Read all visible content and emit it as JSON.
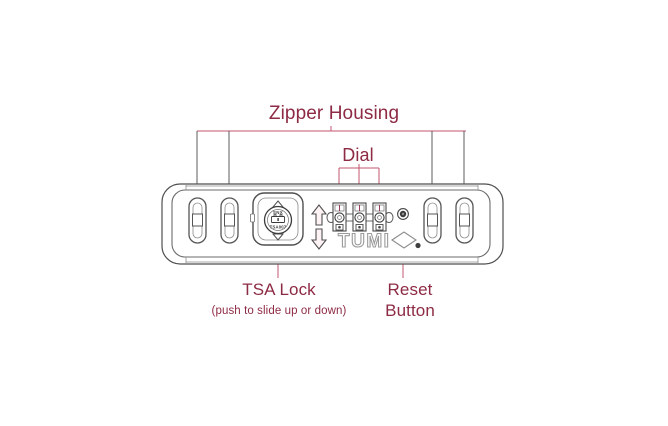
{
  "diagram": {
    "subject": "TUMI luggage TSA combination lock panel",
    "background_color": "#ffffff",
    "label_color": "#8d2a44",
    "leader_line_color": "#c0566e",
    "outline_color": "#4a4a4a",
    "labels": {
      "zipper_housing": "Zipper Housing",
      "dial": "Dial",
      "tsa_lock": "TSA Lock",
      "tsa_lock_note": "(push to slide up or down)",
      "reset_line1": "Reset",
      "reset_line2": "Button"
    },
    "callouts": [
      {
        "name": "zipper-housing",
        "label": "Zipper Housing",
        "pointer_count": 4,
        "targets": [
          "zipper-housing-1",
          "zipper-housing-2",
          "zipper-housing-3",
          "zipper-housing-4"
        ]
      },
      {
        "name": "dial",
        "label": "Dial",
        "pointer_count": 3,
        "targets": [
          "dial-1",
          "dial-2",
          "dial-3"
        ]
      },
      {
        "name": "tsa-lock",
        "label": "TSA Lock",
        "pointer_count": 1,
        "targets": [
          "tsa-lock-button"
        ]
      },
      {
        "name": "reset-button",
        "label": "Reset Button",
        "pointer_count": 1,
        "targets": [
          "reset-button"
        ]
      }
    ],
    "lock_panel": {
      "brand_text": "TUMI",
      "tsa_badge_top_text": "SNX",
      "tsa_badge_bottom_text": "TSA007",
      "zipper_housing_count": 4,
      "dial_count": 3,
      "arrows": [
        "arrow-up",
        "arrow-down"
      ]
    }
  }
}
